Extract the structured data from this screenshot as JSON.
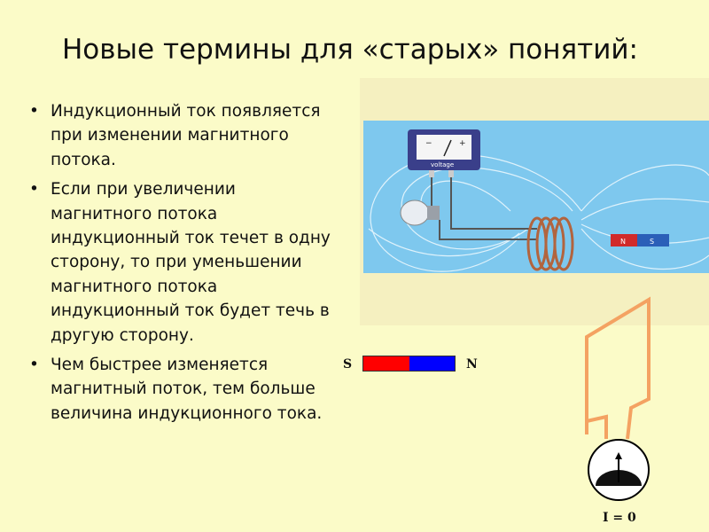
{
  "slide": {
    "title": "Новые термины для «старых» понятий:",
    "bullets": [
      "Индукционный ток появляется при изменении магнитного потока.",
      "Если при увеличении магнитного потока индукционный ток течет в одну сторону, то при уменьшении магнитного потока индукционный ток будет течь в другую сторону.",
      "Чем быстрее изменяется магнитный поток, тем больше величина индукционного тока."
    ]
  },
  "illustration": {
    "meter_label": "voltage",
    "meter_minus": "−",
    "meter_plus": "+",
    "magnet_n": "N",
    "magnet_s": "S"
  },
  "magnet_diagram": {
    "left_label": "S",
    "right_label": "N"
  },
  "galvanometer": {
    "reading_label": "I = 0"
  },
  "colors": {
    "background": "#fbfbc8",
    "sky": "#7ec8ee",
    "coil": "#c0724a",
    "wire_frame": "#f4a262",
    "magnet_red": "#ff0000",
    "magnet_blue": "#0000ff"
  }
}
